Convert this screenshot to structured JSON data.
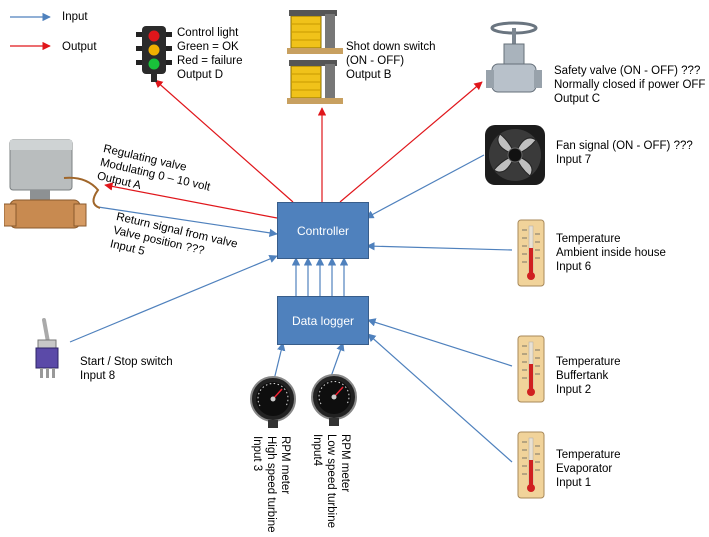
{
  "legend": {
    "input": "Input",
    "output": "Output"
  },
  "colors": {
    "input": "#4f81bd",
    "output": "#e0161b",
    "box": "#4f81bd"
  },
  "boxes": {
    "controller": "Controller",
    "logger": "Data logger"
  },
  "control_light": [
    "Control light",
    "Green = OK",
    "Red = failure",
    "Output D"
  ],
  "shutdown": [
    "Shot down switch",
    "(ON - OFF)",
    "Output B"
  ],
  "safety_valve": [
    "Safety valve (ON - OFF)  ???",
    "Normally closed if power OFF",
    "Output C"
  ],
  "fan": [
    "Fan signal (ON - OFF)  ???",
    "Input 7"
  ],
  "regulating": [
    "Regulating valve",
    "Modulating 0 – 10 volt",
    "Output A"
  ],
  "return_signal": [
    "Return signal from valve",
    "Valve position  ???",
    "Input 5"
  ],
  "temp_ambient": [
    "Temperature",
    "Ambient inside house",
    "Input 6"
  ],
  "temp_buffer": [
    "Temperature",
    "Buffertank",
    "Input 2"
  ],
  "temp_evap": [
    "Temperature",
    "Evaporator",
    "Input 1"
  ],
  "startstop": [
    "Start / Stop switch",
    "Input 8"
  ],
  "rpm_high": [
    "RPM  meter",
    "High speed turbine",
    "Input 3"
  ],
  "rpm_low": [
    "RPM  meter",
    "Low speed turbine",
    "Input4"
  ],
  "icons": [
    "traffic-light",
    "relay-switch",
    "gate-valve",
    "fan",
    "motorized-valve",
    "thermometer",
    "toggle-switch",
    "tachometer"
  ]
}
